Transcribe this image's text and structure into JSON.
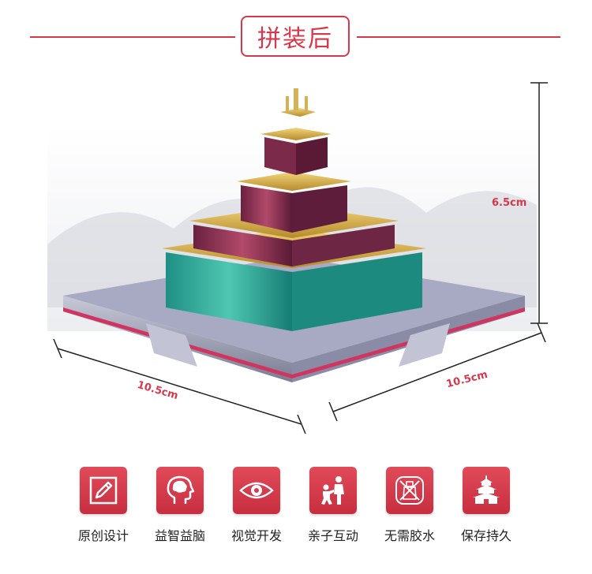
{
  "header": {
    "title": "拼装后"
  },
  "dimensions": {
    "height": "6.5cm",
    "width": "10.5cm",
    "depth": "10.5cm"
  },
  "features": [
    {
      "label": "原创设计",
      "icon": "pencil-icon"
    },
    {
      "label": "益智益脑",
      "icon": "brain-head-icon"
    },
    {
      "label": "视觉开发",
      "icon": "eye-icon"
    },
    {
      "label": "亲子互动",
      "icon": "parent-child-icon"
    },
    {
      "label": "无需胶水",
      "icon": "no-glue-icon"
    },
    {
      "label": "保存持久",
      "icon": "temple-icon"
    }
  ],
  "colors": {
    "accent": "#d5384a",
    "icon_bg": "#d6394a"
  }
}
